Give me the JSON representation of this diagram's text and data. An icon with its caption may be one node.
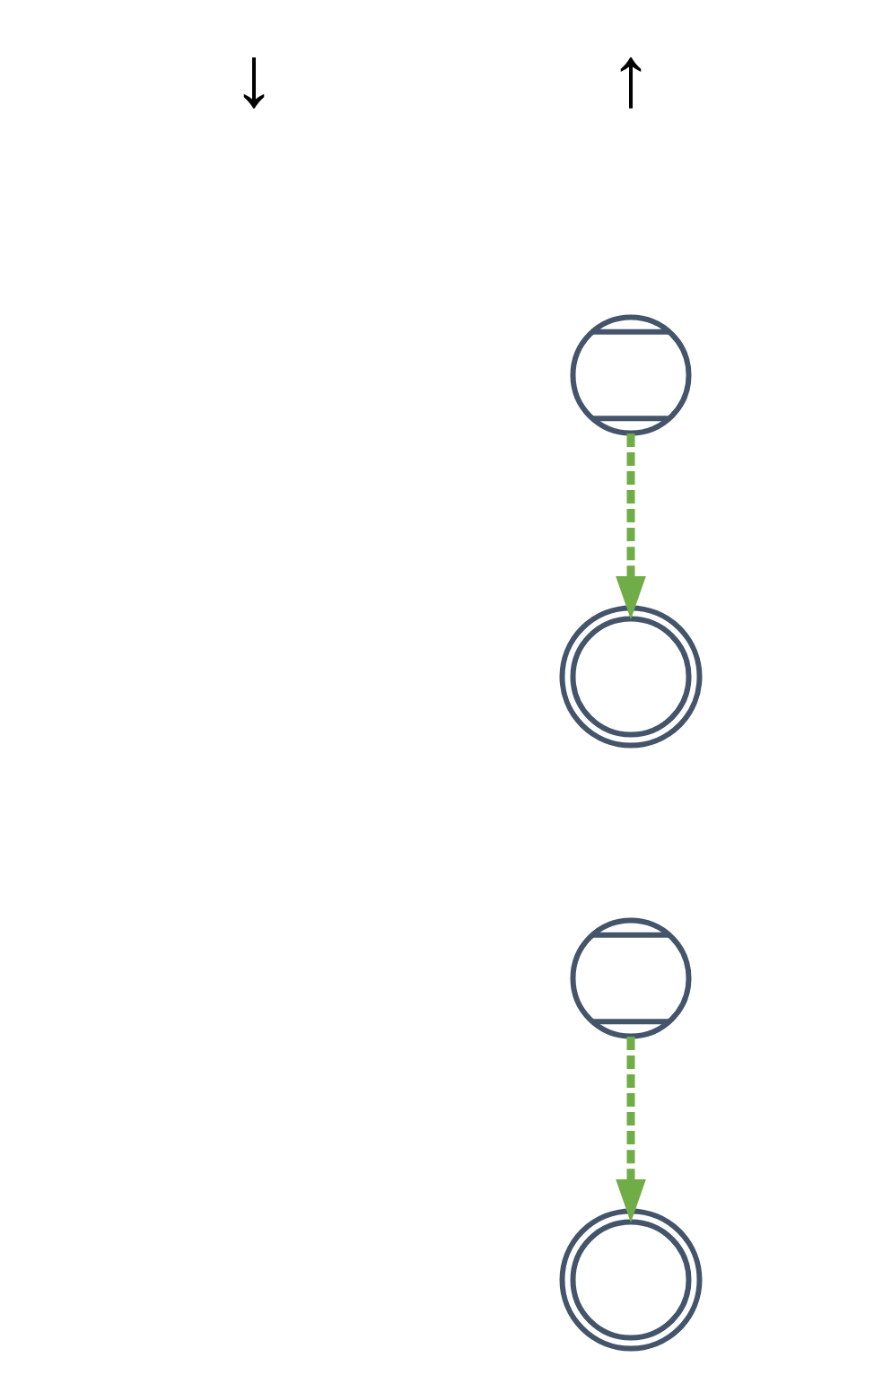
{
  "diagram": {
    "nodes": [
      {
        "text": [],
        "shape": "circle"
      },
      {
        "text": [],
        "shape": "circle"
      },
      {
        "text": [],
        "shape": "circle"
      },
      {
        "text": [],
        "shape": "circle"
      }
    ],
    "edges": [
      {
        "from": 0,
        "to": 1,
        "arrow": "to",
        "style": "dashed",
        "color": "#70ad47"
      },
      {
        "from": 2,
        "to": 3,
        "arrow": "to",
        "style": "dashed",
        "color": "#70ad47"
      }
    ],
    "labels": [
      "↓",
      "↑"
    ]
  }
}
